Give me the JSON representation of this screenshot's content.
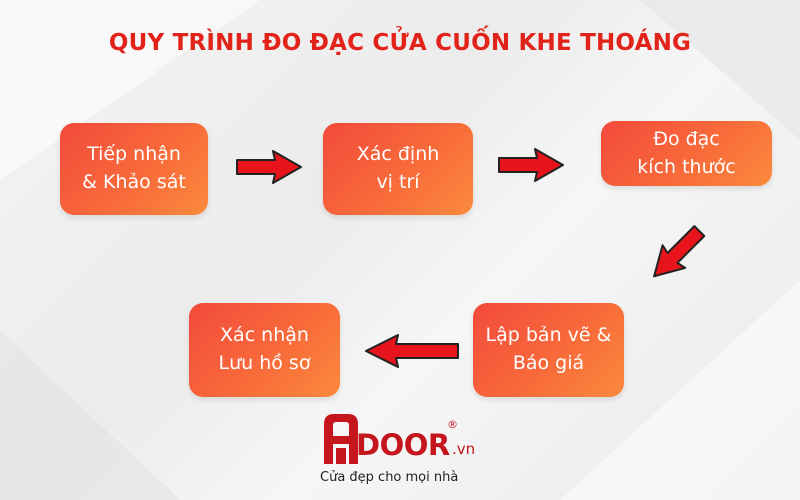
{
  "title": "QUY TRÌNH ĐO ĐẠC CỬA CUỐN KHE THOÁNG",
  "steps": [
    {
      "label": "Tiếp nhận\n& Khảo sát"
    },
    {
      "label": "Xác định\nvị trí"
    },
    {
      "label": "Đo đạc\nkích thước"
    },
    {
      "label": "Lập bản vẽ &\nBáo giá"
    },
    {
      "label": "Xác nhận\nLưu hồ sơ"
    }
  ],
  "logo": {
    "reg_mark": "®",
    "slogan": "Cửa đẹp cho mọi nhà"
  },
  "colors": {
    "title": "#e2231a",
    "arrow": "#e8141c",
    "box_start": "#f24a3c",
    "box_end": "#fb8a3c",
    "brand": "#c4161c"
  }
}
